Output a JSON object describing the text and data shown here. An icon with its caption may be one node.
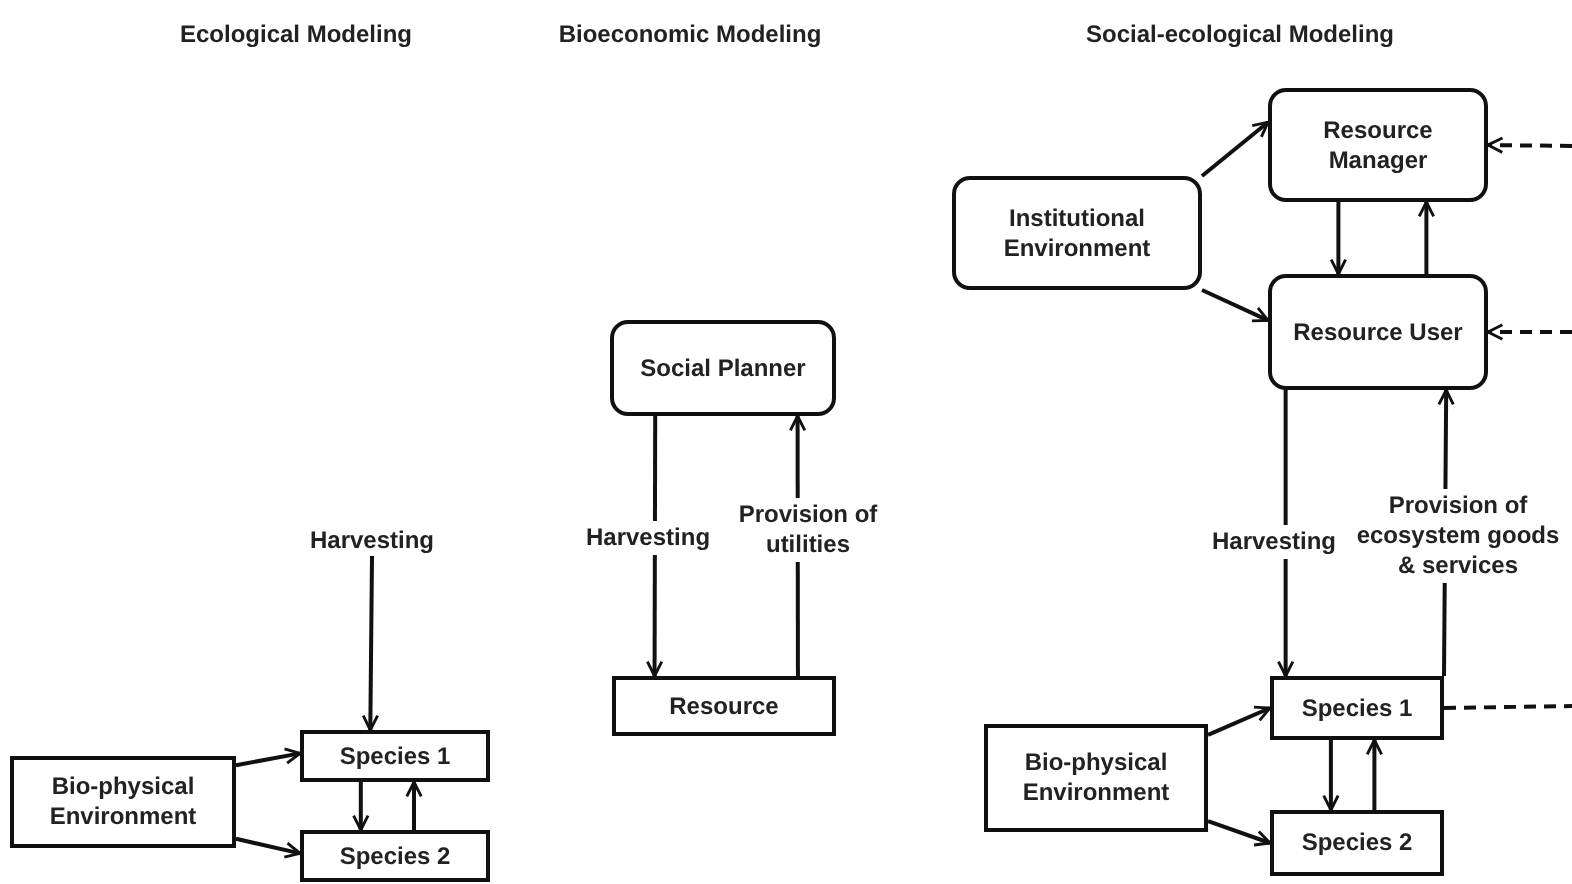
{
  "diagram": {
    "nodes": [
      {
        "text": [
          "Harvesting"
        ]
      },
      {
        "text": [
          "Species 1"
        ]
      },
      {
        "text": [
          "Bio-physical Environment"
        ]
      },
      {
        "text": [
          "Species 2"
        ]
      },
      {
        "text": [
          "Social Planner"
        ]
      },
      {
        "text": [
          "Resource"
        ]
      },
      {
        "text": [
          "Resource Manager"
        ]
      },
      {
        "text": [
          "Institutional Environment"
        ]
      },
      {
        "text": [
          "Resource User"
        ]
      },
      {
        "text": [
          "Species 1"
        ]
      },
      {
        "text": [
          "Bio-physical Environment"
        ]
      },
      {
        "text": [
          "Species 2"
        ]
      }
    ],
    "edges": [
      {
        "from": 0,
        "to": 1,
        "arrow": "to"
      },
      {
        "from": 2,
        "to": 1,
        "arrow": "to"
      },
      {
        "from": 2,
        "to": 3,
        "arrow": "to"
      },
      {
        "from": 1,
        "to": 3,
        "arrow": "to"
      },
      {
        "from": 3,
        "to": 1,
        "arrow": "to"
      },
      {
        "from": 4,
        "to": 5,
        "arrow": "to",
        "label": "Harvesting"
      },
      {
        "from": 5,
        "to": 4,
        "arrow": "to",
        "label": "Provision of utilities"
      },
      {
        "from": 7,
        "to": 6,
        "arrow": "to"
      },
      {
        "from": 7,
        "to": 8,
        "arrow": "to"
      },
      {
        "from": 6,
        "to": 8,
        "arrow": "to"
      },
      {
        "from": 8,
        "to": 6,
        "arrow": "to"
      },
      {
        "from": null,
        "to": 6,
        "arrow": "to",
        "style": "dashed"
      },
      {
        "from": null,
        "to": 8,
        "arrow": "to",
        "style": "dashed"
      },
      {
        "from": 8,
        "to": 9,
        "arrow": "to",
        "label": "Harvesting"
      },
      {
        "from": 9,
        "to": 8,
        "arrow": "to",
        "label": "Provision of ecosystem goods & services"
      },
      {
        "from": 10,
        "to": 9,
        "arrow": "to"
      },
      {
        "from": 10,
        "to": 11,
        "arrow": "to"
      },
      {
        "from": 9,
        "to": 11,
        "arrow": "to"
      },
      {
        "from": 11,
        "to": 9,
        "arrow": "to"
      },
      {
        "from": 9,
        "to": null,
        "arrow": "none",
        "style": "dashed"
      }
    ],
    "labels": [
      "Ecological Modeling",
      "Bioeconomic Modeling",
      "Social-ecological Modeling"
    ]
  }
}
